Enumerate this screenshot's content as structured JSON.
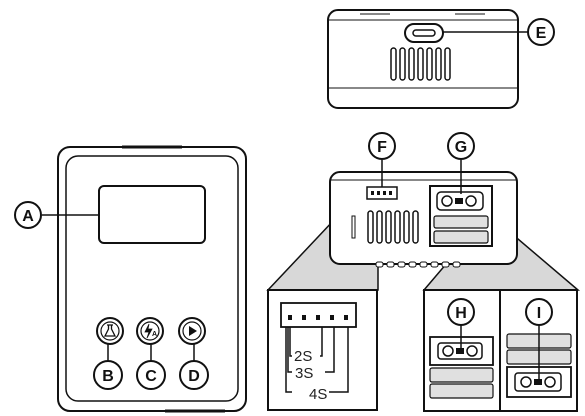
{
  "figure": {
    "callouts": {
      "A": "A",
      "B": "B",
      "C": "C",
      "D": "D",
      "E": "E",
      "F": "F",
      "G": "G",
      "H": "H",
      "I": "I"
    },
    "balance_labels": {
      "s2": "2S",
      "s3": "3S",
      "s4": "4S"
    },
    "button_icons": [
      "flask-icon",
      "lightning-a-icon",
      "play-icon"
    ],
    "colors": {
      "ink": "#111111",
      "panel_fill": "#e0e0e0",
      "screen_fill": "#ffffff"
    }
  }
}
